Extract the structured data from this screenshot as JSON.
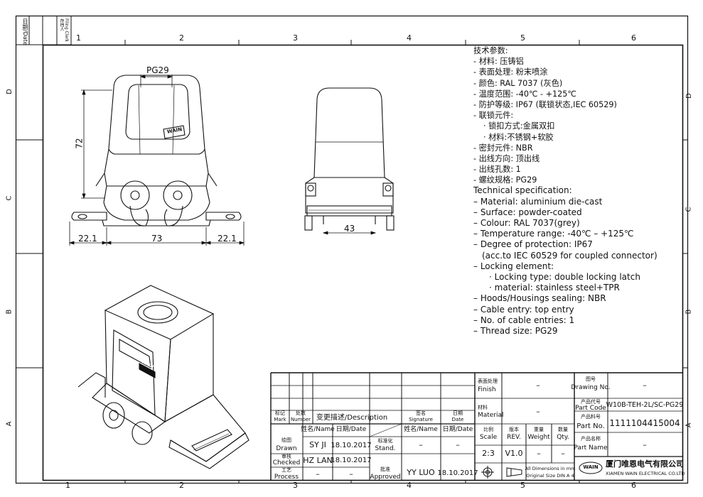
{
  "sidebar": {
    "date_label": "日期/Date",
    "filing_label_cn": "存档人",
    "filing_label_en": "Filing Clerk"
  },
  "grid": {
    "columns": [
      "1",
      "2",
      "3",
      "4",
      "5",
      "6"
    ],
    "rows": [
      "D",
      "C",
      "B",
      "A"
    ]
  },
  "dimensions": {
    "thread": "PG29",
    "height": "72",
    "flange_left": "22.1",
    "body_width": "73",
    "flange_right": "22.1",
    "side_width": "43"
  },
  "brand_badge": "WAIN",
  "specs_cn": {
    "title": "技术参数:",
    "items": [
      "- 材料: 压铸铝",
      "- 表面处理: 粉末喷涂",
      "- 颜色: RAL 7037 (灰色)",
      "- 温度范围: -40℃ - +125℃",
      "- 防护等级: IP67 (联锁状态,IEC 60529)",
      "- 联锁元件:",
      "  · 锁扣方式:金属双扣",
      "  · 材料:不锈钢+软胶",
      "- 密封元件: NBR",
      "- 出线方向: 顶出线",
      "- 出线孔数: 1",
      "- 螺纹规格: PG29"
    ]
  },
  "specs_en": {
    "title": "Technical specification:",
    "items": [
      "– Material: aluminium die-cast",
      "– Surface: powder-coated",
      "– Colour: RAL 7037(grey)",
      "– Temperature range: -40℃ – +125℃",
      "– Degree of protection: IP67",
      "  (acc.to IEC 60529 for coupled connector)",
      "– Locking element:",
      "    · Locking type: double locking latch",
      "    · material: stainless steel+TPR",
      "– Hoods/Housings sealing: NBR",
      "– Cable entry: top entry",
      "– No. of cable entries: 1",
      "– Thread size: PG29"
    ]
  },
  "title_block": {
    "mark_cn": "标记",
    "mark_en": "Mark",
    "number_cn": "处数",
    "number_en": "Number",
    "description": "变更描述/Description",
    "signature_cn": "签名",
    "signature_en": "Signature",
    "date_cn": "日期",
    "date_en": "Date",
    "name_date_header": "姓名/Name",
    "date_header": "日期/Date",
    "name_header_right": "姓名/Name",
    "date_header_right": "日期/Date",
    "drawn_cn": "绘图",
    "drawn_en": "Drawn",
    "checked_cn": "审核",
    "checked_en": "Checked",
    "process_cn": "工艺",
    "process_en": "Process",
    "stand_cn": "标准化",
    "stand_en": "Stand.",
    "approved_cn": "批准",
    "approved_en": "Approved",
    "drawn_name": "SY JI",
    "drawn_date": "18.10.2017",
    "checked_name": "HZ LAN",
    "checked_date": "18.10.2017",
    "process_name": "–",
    "process_date": "–",
    "stand_name": "–",
    "stand_date": "–",
    "approved_name": "YY LUO",
    "approved_date": "18.10.2017",
    "finish_cn": "表面处理",
    "finish_en": "Finish",
    "finish_value": "–",
    "material_cn": "材料",
    "material_en": "Material",
    "material_value": "–",
    "scale_cn": "比例",
    "scale_en": "Scale",
    "scale_value": "2:3",
    "rev_cn": "版本",
    "rev_en": "REV.",
    "rev_value": "V1.0",
    "weight_cn": "重量",
    "weight_en": "Weight",
    "weight_value": "–",
    "qty_cn": "数量",
    "qty_en": "Qty.",
    "qty_value": "–",
    "dims_note_1": "All Dimensions in mm",
    "dims_note_2": "Original Size DIN A 4",
    "drawing_no_cn": "图号",
    "drawing_no_en": "Drawing No.",
    "drawing_no_value": "–",
    "part_code_cn": "产品代号",
    "part_code_en": "Part Code",
    "part_code_value": "W10B-TEH-2L/SC-PG29",
    "part_no_cn": "产品料号",
    "part_no_en": "Part No.",
    "part_no_value": "1111104415004",
    "part_name_cn": "产品名称",
    "part_name_en": "Part Name",
    "part_name_value": "–",
    "company_cn": "厦门唯恩电气有限公司",
    "company_en": "XIAMEN WAIN ELECTRICAL CO.LTD",
    "logo": "WAIN"
  }
}
